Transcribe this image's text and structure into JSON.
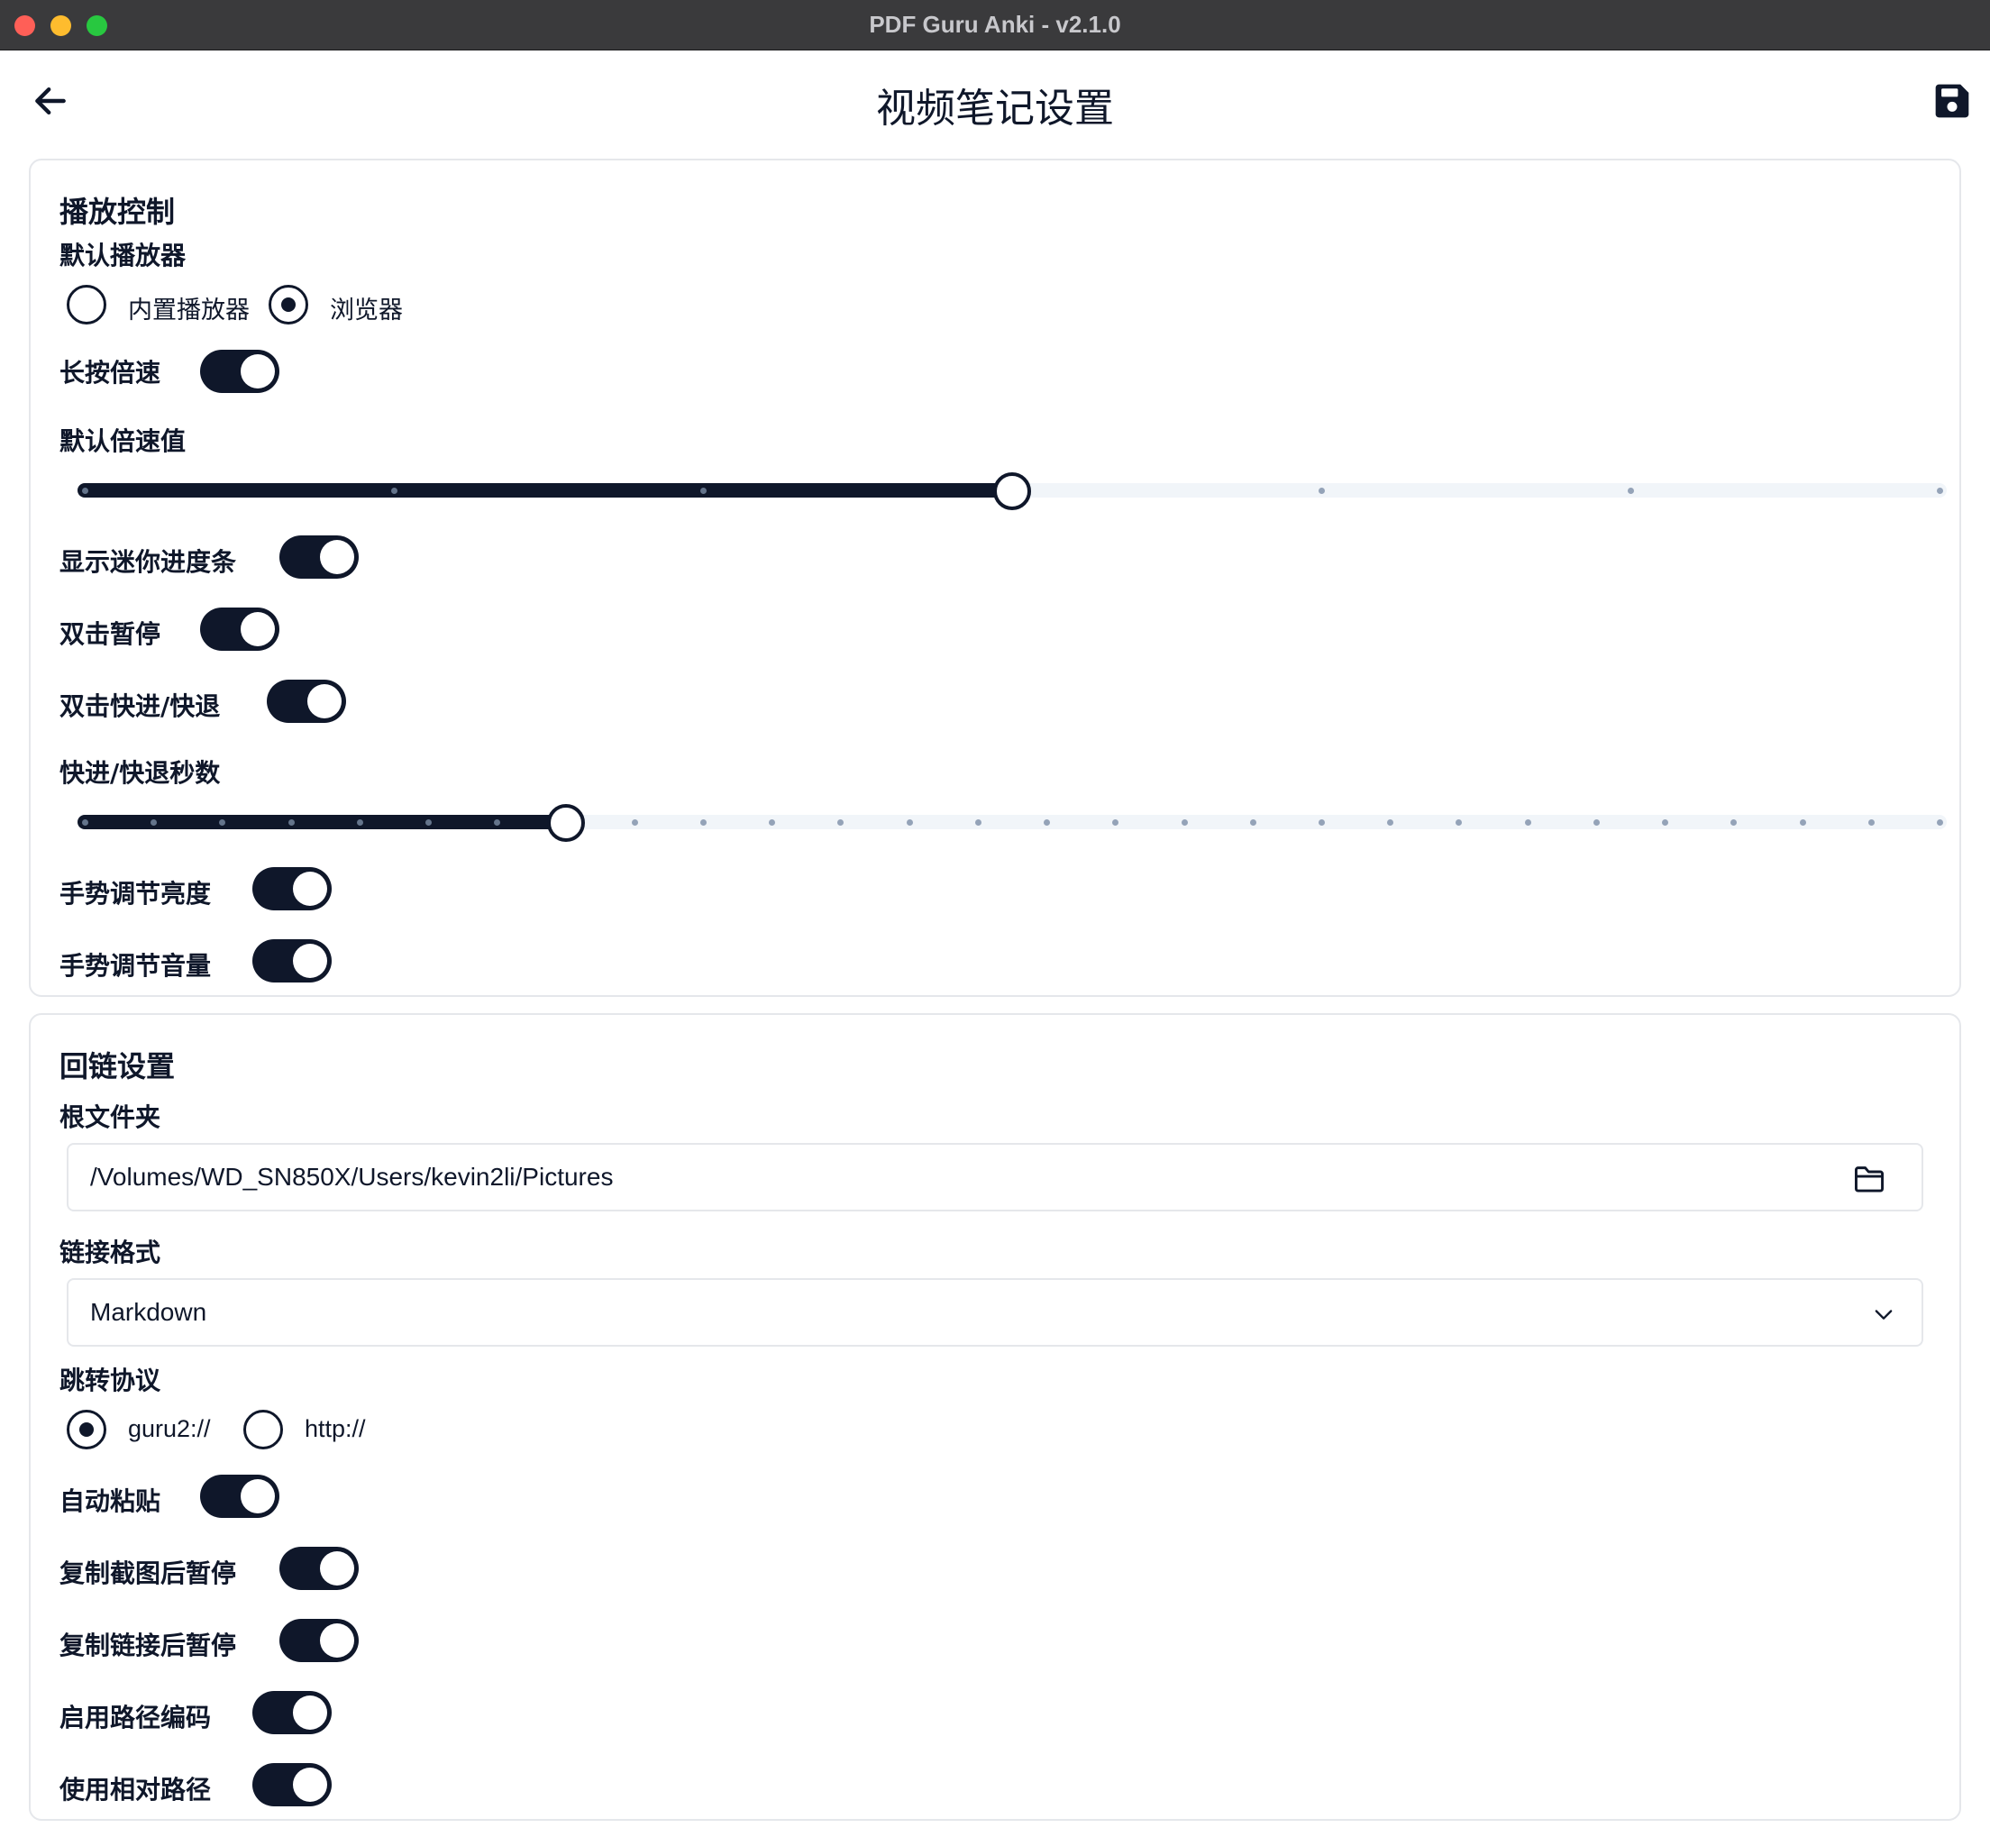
{
  "window": {
    "title": "PDF Guru Anki - v2.1.0"
  },
  "header": {
    "title": "视频笔记设置",
    "back_icon": "arrow-left-icon",
    "save_icon": "floppy-disk-icon"
  },
  "playback": {
    "section_title": "播放控制",
    "default_player": {
      "label": "默认播放器",
      "options": [
        {
          "label": "内置播放器",
          "checked": false
        },
        {
          "label": "浏览器",
          "checked": true
        }
      ]
    },
    "long_press_speed": {
      "label": "长按倍速",
      "on": true
    },
    "default_speed": {
      "label": "默认倍速值",
      "steps": 7,
      "selected_step": 3
    },
    "mini_progress": {
      "label": "显示迷你进度条",
      "on": true
    },
    "double_click_pause": {
      "label": "双击暂停",
      "on": true
    },
    "double_click_seek": {
      "label": "双击快进/快退",
      "on": true
    },
    "seek_seconds": {
      "label": "快进/快退秒数",
      "steps": 28,
      "selected_step": 7
    },
    "gesture_brightness": {
      "label": "手势调节亮度",
      "on": true
    },
    "gesture_volume": {
      "label": "手势调节音量",
      "on": true
    }
  },
  "backlink": {
    "section_title": "回链设置",
    "root_folder": {
      "label": "根文件夹",
      "value": "/Volumes/WD_SN850X/Users/kevin2li/Pictures",
      "icon": "folder-icon"
    },
    "link_format": {
      "label": "链接格式",
      "value": "Markdown",
      "icon": "chevron-down-icon"
    },
    "protocol": {
      "label": "跳转协议",
      "options": [
        {
          "label": "guru2://",
          "checked": true
        },
        {
          "label": "http://",
          "checked": false
        }
      ]
    },
    "auto_paste": {
      "label": "自动粘贴",
      "on": true
    },
    "pause_after_copy_screenshot": {
      "label": "复制截图后暂停",
      "on": true
    },
    "pause_after_copy_link": {
      "label": "复制链接后暂停",
      "on": true
    },
    "path_encoding": {
      "label": "启用路径编码",
      "on": true
    },
    "relative_path": {
      "label": "使用相对路径",
      "on": true
    }
  }
}
